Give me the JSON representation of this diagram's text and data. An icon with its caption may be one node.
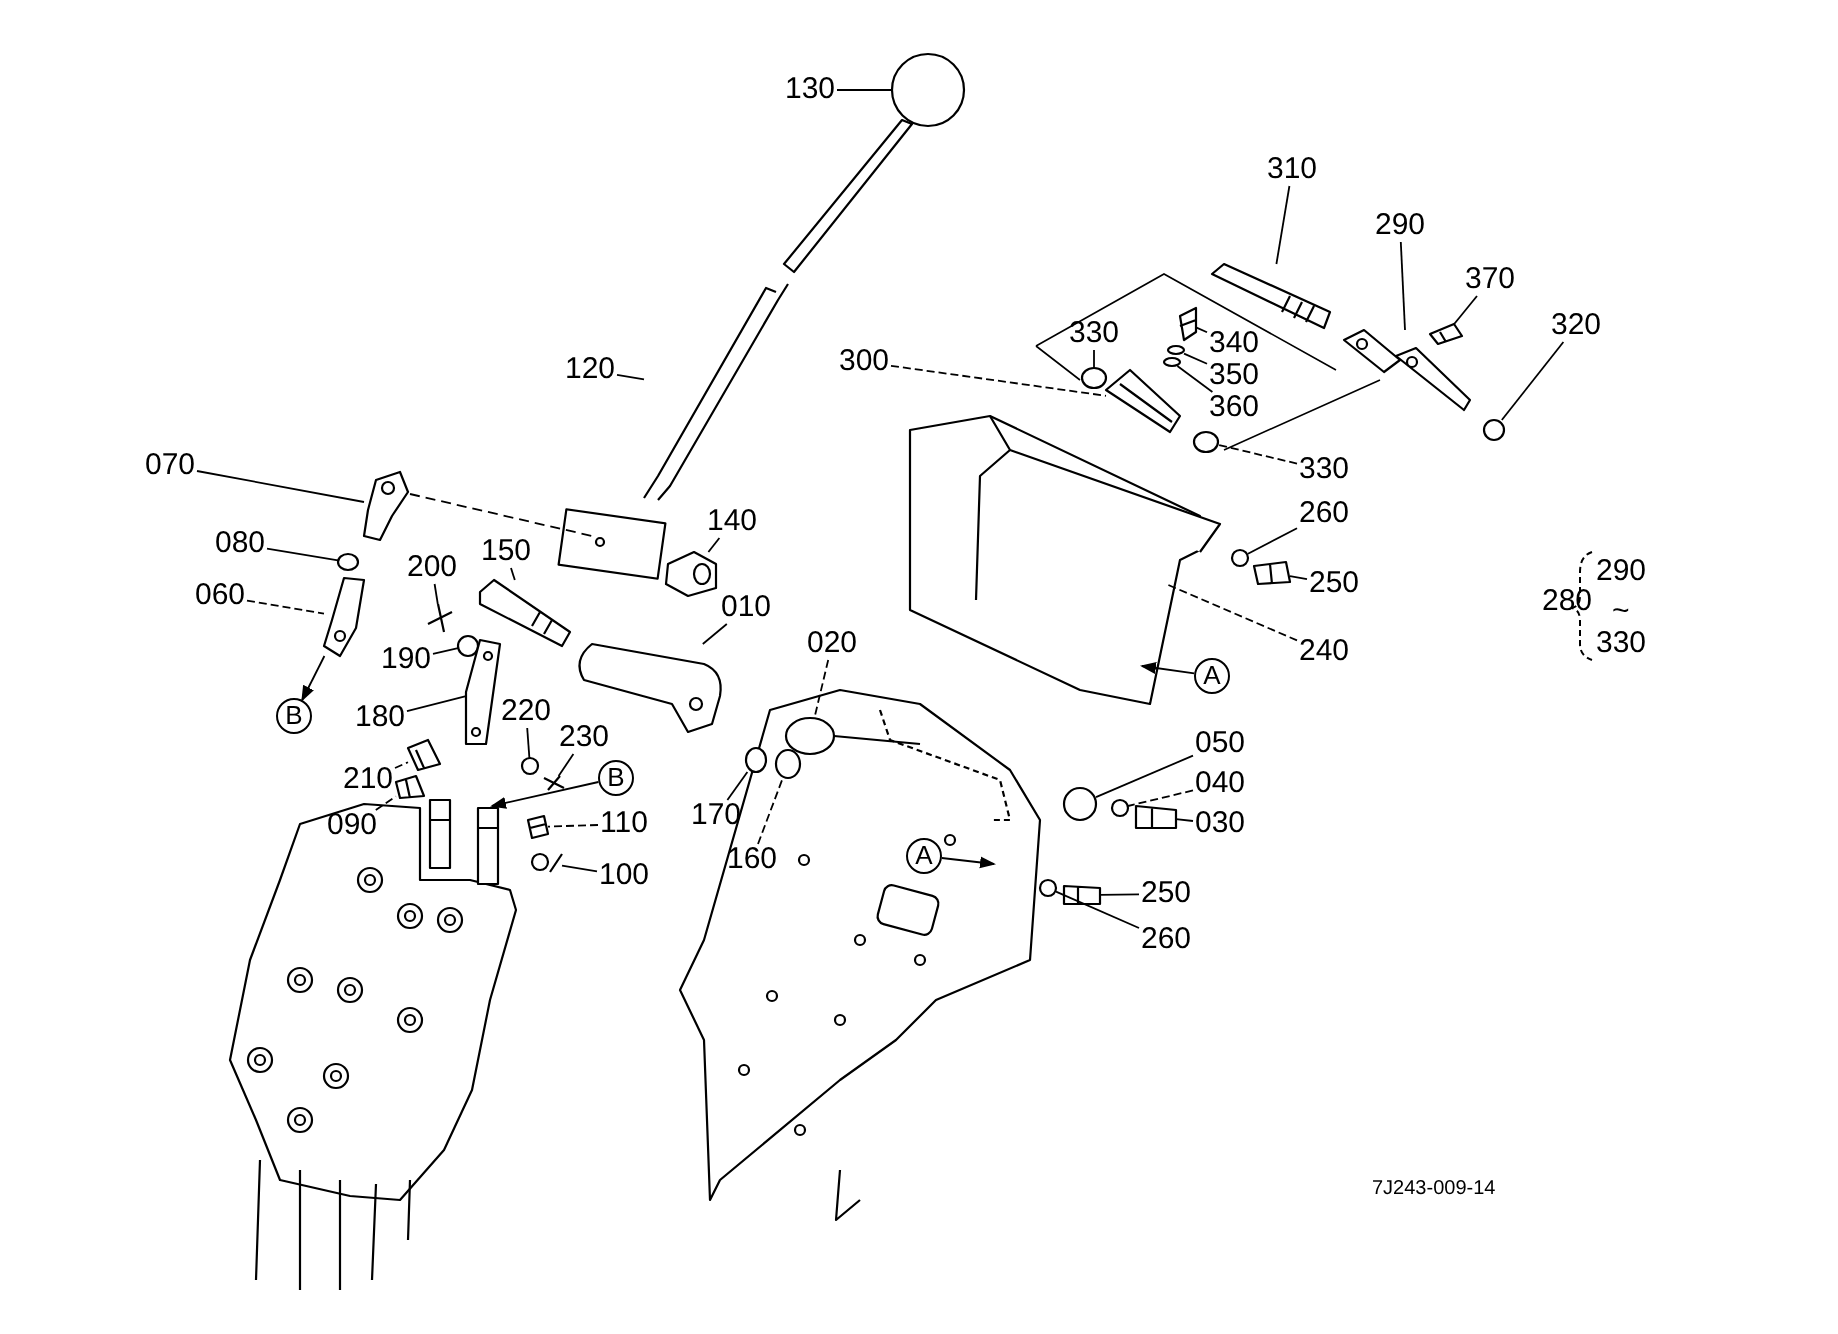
{
  "diagram": {
    "nodes": [
      {
        "text": [
          "130"
        ]
      },
      {
        "text": [
          "310"
        ]
      },
      {
        "text": [
          "290"
        ]
      },
      {
        "text": [
          "370"
        ]
      },
      {
        "text": [
          "320"
        ]
      },
      {
        "text": [
          "330"
        ]
      },
      {
        "text": [
          "340"
        ]
      },
      {
        "text": [
          "350"
        ]
      },
      {
        "text": [
          "360"
        ]
      },
      {
        "text": [
          "300"
        ]
      },
      {
        "text": [
          "330"
        ]
      },
      {
        "text": [
          "120"
        ]
      },
      {
        "text": [
          "260"
        ]
      },
      {
        "text": [
          "250"
        ]
      },
      {
        "text": [
          "070"
        ]
      },
      {
        "text": [
          "140"
        ]
      },
      {
        "text": [
          "080"
        ]
      },
      {
        "text": [
          "150"
        ]
      },
      {
        "text": [
          "200"
        ]
      },
      {
        "text": [
          "010"
        ]
      },
      {
        "text": [
          "020"
        ]
      },
      {
        "text": [
          "060"
        ]
      },
      {
        "text": [
          "240"
        ]
      },
      {
        "text": [
          "190"
        ]
      },
      {
        "text": [
          "180"
        ]
      },
      {
        "text": [
          "220"
        ]
      },
      {
        "text": [
          "230"
        ]
      },
      {
        "text": [
          "210"
        ]
      },
      {
        "text": [
          "090"
        ]
      },
      {
        "text": [
          "110"
        ]
      },
      {
        "text": [
          "100"
        ]
      },
      {
        "text": [
          "170"
        ]
      },
      {
        "text": [
          "160"
        ]
      },
      {
        "text": [
          "050"
        ]
      },
      {
        "text": [
          "040"
        ]
      },
      {
        "text": [
          "030"
        ]
      },
      {
        "text": [
          "250"
        ]
      },
      {
        "text": [
          "260"
        ]
      },
      {
        "text": [
          "A"
        ]
      },
      {
        "text": [
          "B"
        ]
      },
      {
        "text": [
          "B"
        ]
      },
      {
        "text": [
          "A"
        ]
      },
      {
        "text": [],
        "shape": "circle"
      },
      {
        "text": [],
        "shape": "picture"
      },
      {
        "text": [],
        "shape": "picture"
      },
      {
        "text": [],
        "shape": "picture"
      },
      {
        "text": [],
        "shape": "circle"
      },
      {
        "text": [],
        "shape": "circle"
      },
      {
        "text": [],
        "shape": "picture"
      },
      {
        "text": [],
        "shape": "circle"
      },
      {
        "text": [],
        "shape": "circle"
      },
      {
        "text": [],
        "shape": "picture"
      },
      {
        "text": [],
        "shape": "circle"
      },
      {
        "text": [],
        "shape": "picture"
      },
      {
        "text": [],
        "shape": "circle"
      },
      {
        "text": [],
        "shape": "picture"
      },
      {
        "text": [],
        "shape": "picture"
      },
      {
        "text": [],
        "shape": "picture"
      },
      {
        "text": [],
        "shape": "circle"
      },
      {
        "text": [],
        "shape": "picture"
      },
      {
        "text": [],
        "shape": "picture"
      },
      {
        "text": [],
        "shape": "picture"
      },
      {
        "text": [],
        "shape": "circle"
      },
      {
        "text": [],
        "shape": "picture"
      },
      {
        "text": [],
        "shape": "picture"
      },
      {
        "text": [],
        "shape": "circle"
      },
      {
        "text": [],
        "shape": "picture"
      },
      {
        "text": [],
        "shape": "circle"
      },
      {
        "text": [],
        "shape": "picture"
      },
      {
        "text": [],
        "shape": "picture"
      },
      {
        "text": [],
        "shape": "picture"
      },
      {
        "text": [],
        "shape": "picture"
      },
      {
        "text": [],
        "shape": "picture"
      },
      {
        "text": [],
        "shape": "circle"
      },
      {
        "text": [],
        "shape": "circle"
      },
      {
        "text": [],
        "shape": "circle"
      },
      {
        "text": [],
        "shape": "circle"
      },
      {
        "text": [],
        "shape": "picture"
      },
      {
        "text": [],
        "shape": "picture"
      },
      {
        "text": [],
        "shape": "circle"
      },
      {
        "text": [],
        "shape": "picture"
      }
    ],
    "edges": [
      {
        "from": 0,
        "to": 42,
        "arrow": "none"
      },
      {
        "from": 1,
        "to": 43,
        "arrow": "none"
      },
      {
        "from": 2,
        "to": 44,
        "arrow": "none"
      },
      {
        "from": 3,
        "to": 45,
        "arrow": "none"
      },
      {
        "from": 4,
        "to": 46,
        "arrow": "none"
      },
      {
        "from": 5,
        "to": 47,
        "arrow": "none"
      },
      {
        "from": 6,
        "to": 48,
        "arrow": "none"
      },
      {
        "from": 7,
        "to": 49,
        "arrow": "none"
      },
      {
        "from": 8,
        "to": 50,
        "arrow": "none"
      },
      {
        "from": 9,
        "to": 51,
        "arrow": "none",
        "style": "dashed"
      },
      {
        "from": 10,
        "to": 52,
        "arrow": "none",
        "style": "dashed"
      },
      {
        "from": 11,
        "to": 53,
        "arrow": "none"
      },
      {
        "from": 12,
        "to": 54,
        "arrow": "none"
      },
      {
        "from": 13,
        "to": 55,
        "arrow": "none"
      },
      {
        "from": 14,
        "to": 56,
        "arrow": "none"
      },
      {
        "from": 15,
        "to": 57,
        "arrow": "none"
      },
      {
        "from": 16,
        "to": 58,
        "arrow": "none"
      },
      {
        "from": 17,
        "to": 59,
        "arrow": "none"
      },
      {
        "from": 18,
        "to": 60,
        "arrow": "none"
      },
      {
        "from": 19,
        "to": 61,
        "arrow": "none"
      },
      {
        "from": 20,
        "to": 62,
        "arrow": "none",
        "style": "dashed"
      },
      {
        "from": 21,
        "to": 63,
        "arrow": "none",
        "style": "dashed"
      },
      {
        "from": 22,
        "to": 64,
        "arrow": "none",
        "style": "dashed"
      },
      {
        "from": 23,
        "to": 65,
        "arrow": "none"
      },
      {
        "from": 24,
        "to": 66,
        "arrow": "none"
      },
      {
        "from": 25,
        "to": 67,
        "arrow": "none"
      },
      {
        "from": 26,
        "to": 68,
        "arrow": "none"
      },
      {
        "from": 27,
        "to": 69,
        "arrow": "none",
        "style": "dashed"
      },
      {
        "from": 28,
        "to": 70,
        "arrow": "none",
        "style": "dashed"
      },
      {
        "from": 29,
        "to": 71,
        "arrow": "none",
        "style": "dashed"
      },
      {
        "from": 30,
        "to": 72,
        "arrow": "none"
      },
      {
        "from": 31,
        "to": 73,
        "arrow": "none"
      },
      {
        "from": 32,
        "to": 74,
        "arrow": "none",
        "style": "dashed"
      },
      {
        "from": 33,
        "to": 75,
        "arrow": "none"
      },
      {
        "from": 34,
        "to": 76,
        "arrow": "none",
        "style": "dashed"
      },
      {
        "from": 35,
        "to": 77,
        "arrow": "none"
      },
      {
        "from": 36,
        "to": 78,
        "arrow": "none"
      },
      {
        "from": 37,
        "to": 79,
        "arrow": "none"
      },
      {
        "from": 38,
        "to": 64,
        "arrow": "to"
      },
      {
        "from": 63,
        "to": 39,
        "arrow": "to"
      },
      {
        "from": 40,
        "to": 80,
        "arrow": "to"
      },
      {
        "from": 41,
        "to": null,
        "arrow": "to"
      }
    ],
    "labels": [
      "280",
      "290",
      "~",
      "330",
      "7J243-009-14"
    ]
  }
}
